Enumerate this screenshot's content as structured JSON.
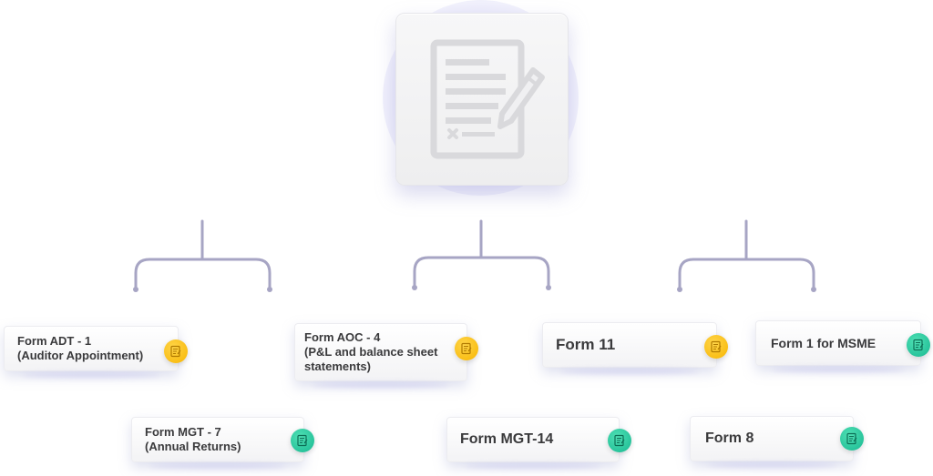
{
  "diagram": {
    "root": {
      "icon": "document-edit-icon"
    },
    "badge_colors": {
      "yellow": "#f7b500",
      "green": "#18b891"
    },
    "connector_color": "#a7a5c4",
    "forms": [
      {
        "id": "adt1",
        "label": "Form ADT - 1\n(Auditor Appointment)",
        "badge": "yellow"
      },
      {
        "id": "mgt7",
        "label": "Form MGT - 7\n(Annual Returns)",
        "badge": "green"
      },
      {
        "id": "aoc4",
        "label": "Form AOC - 4\n(P&L and balance sheet\n statements)",
        "badge": "yellow"
      },
      {
        "id": "mgt14",
        "label": "Form MGT-14",
        "badge": "green"
      },
      {
        "id": "form11",
        "label": "Form 11",
        "badge": "yellow"
      },
      {
        "id": "msme",
        "label": "Form 1 for MSME",
        "badge": "green"
      },
      {
        "id": "form8",
        "label": "Form 8",
        "badge": "green"
      }
    ]
  }
}
